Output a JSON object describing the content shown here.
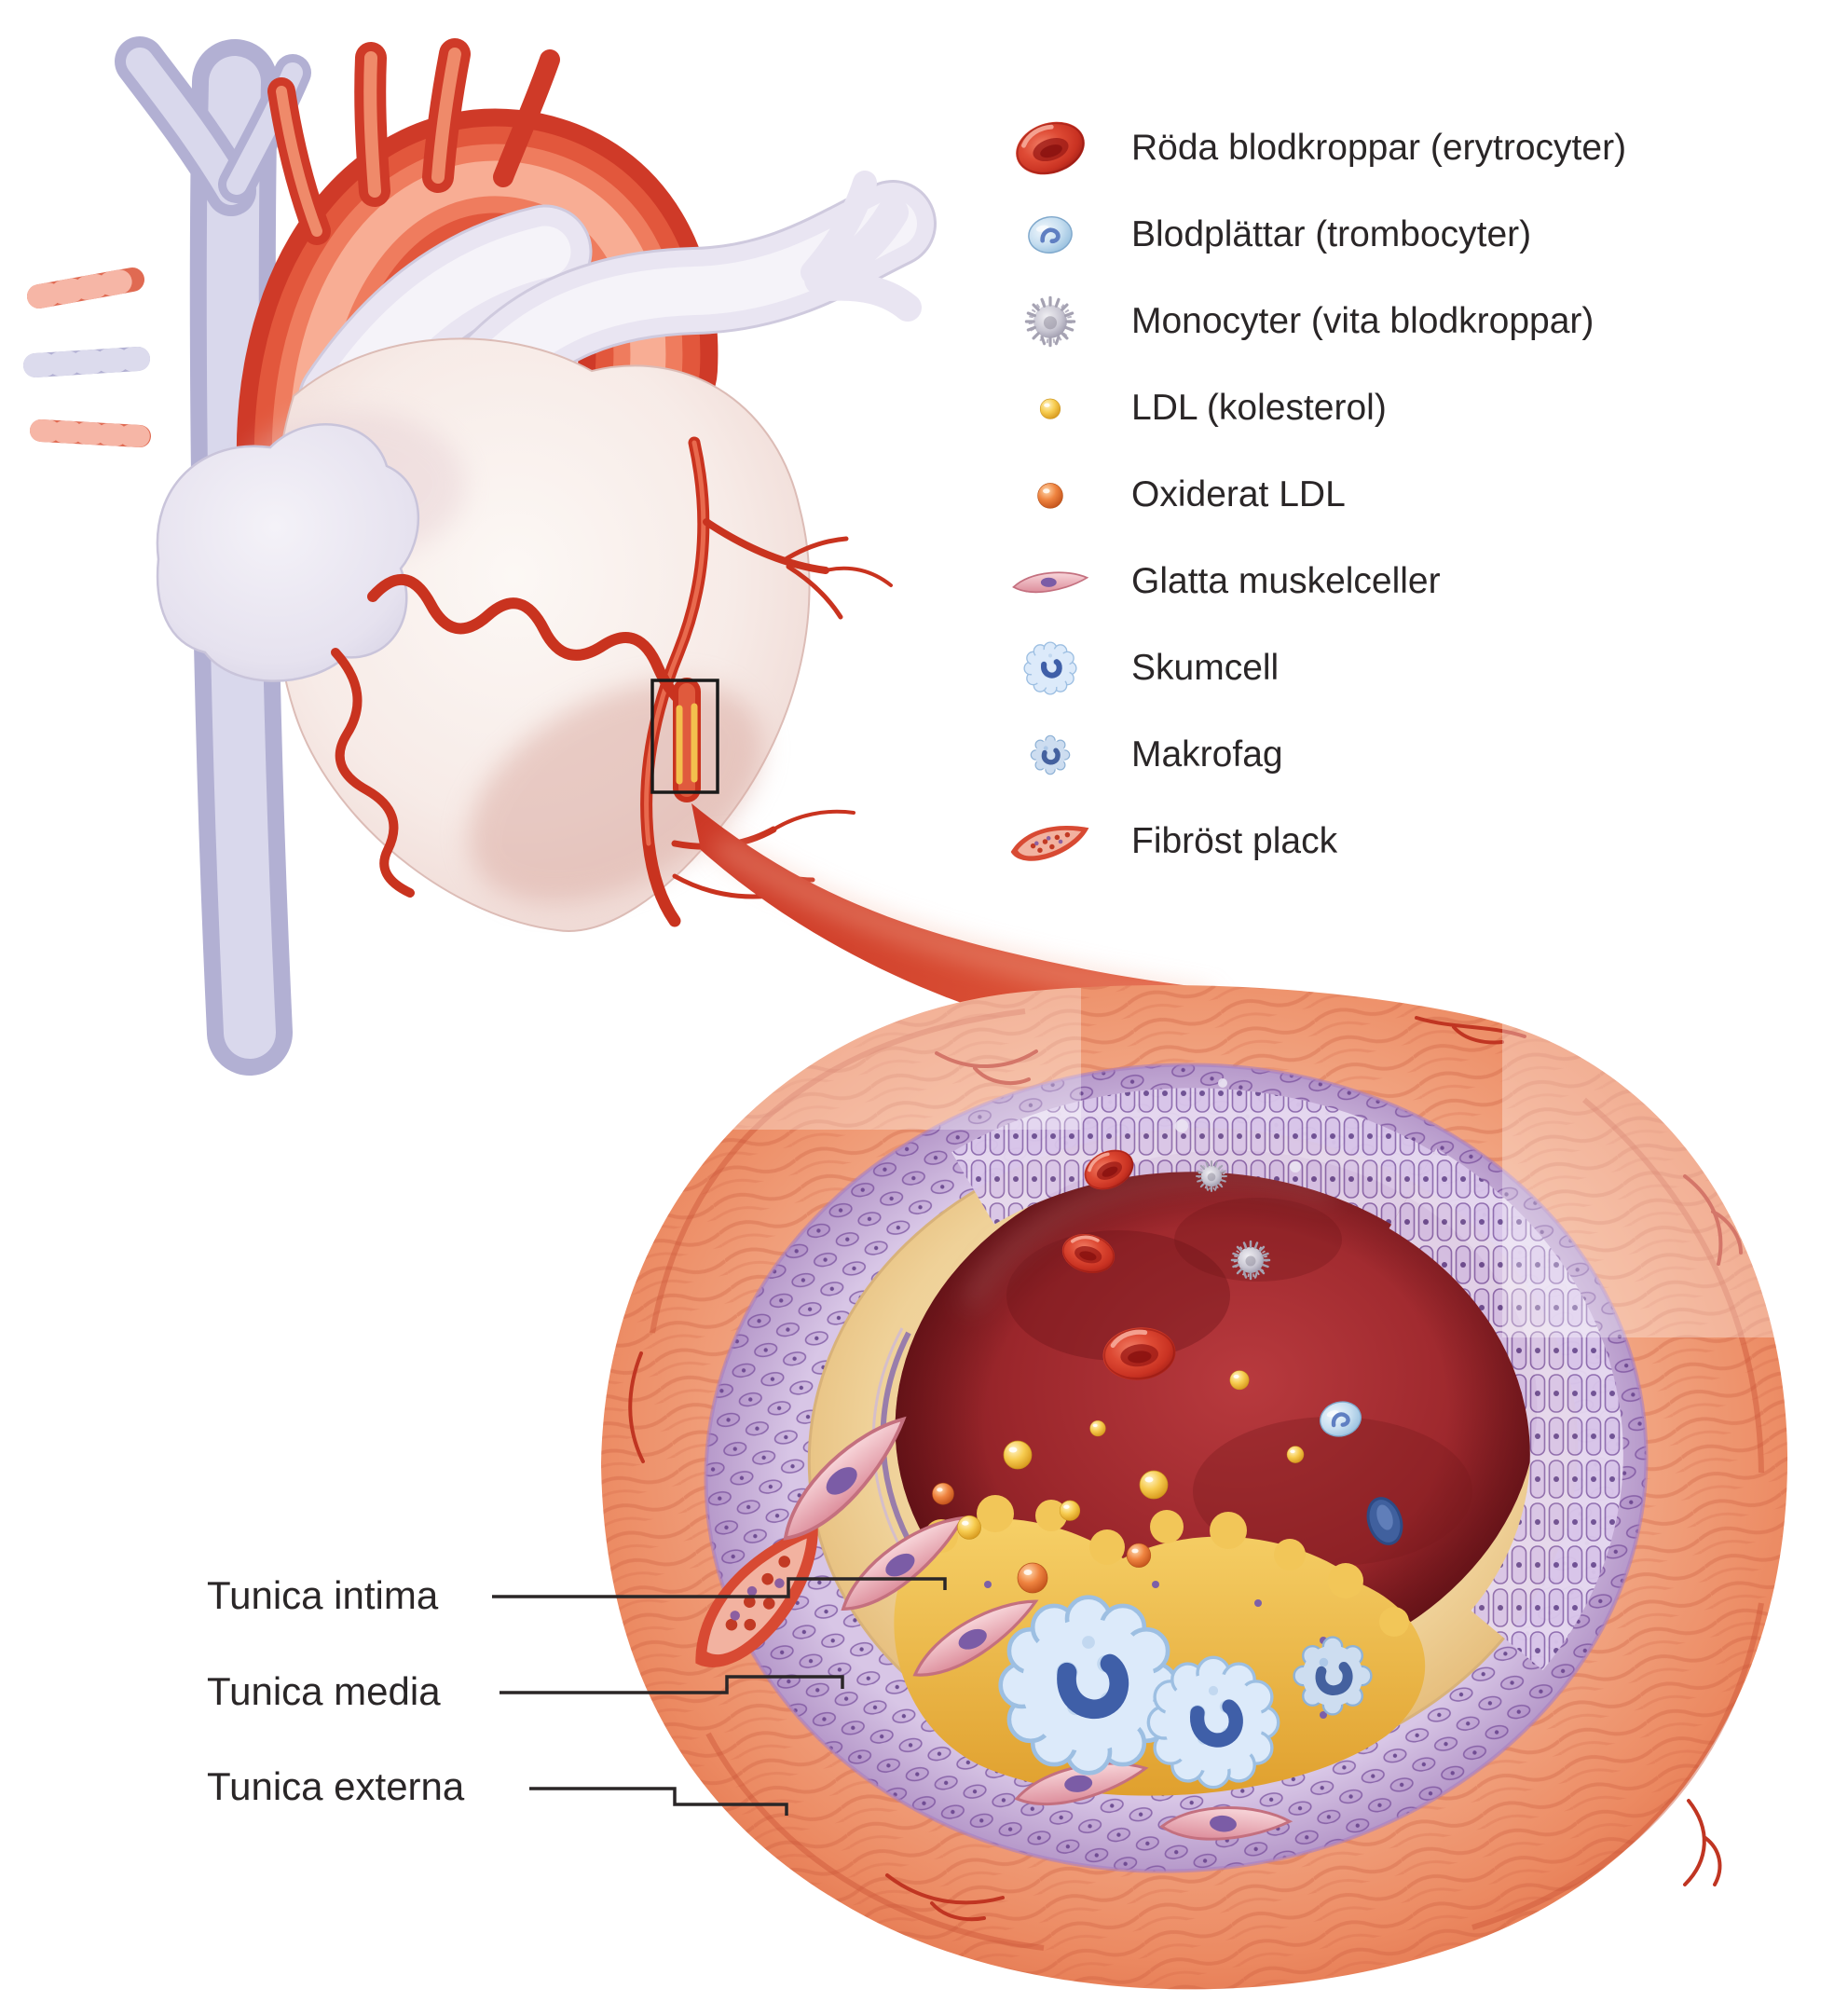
{
  "legend": {
    "items": [
      {
        "icon": "red-blood-cell-icon",
        "label": "Röda blodkroppar (erytrocyter)"
      },
      {
        "icon": "platelet-icon",
        "label": "Blodplättar (trombocyter)"
      },
      {
        "icon": "monocyte-icon",
        "label": "Monocyter (vita blodkroppar)"
      },
      {
        "icon": "ldl-icon",
        "label": "LDL (kolesterol)"
      },
      {
        "icon": "oxidized-ldl-icon",
        "label": "Oxiderat LDL"
      },
      {
        "icon": "smooth-muscle-cell-icon",
        "label": "Glatta muskelceller"
      },
      {
        "icon": "foam-cell-icon",
        "label": "Skumcell"
      },
      {
        "icon": "macrophage-icon",
        "label": "Makrofag"
      },
      {
        "icon": "fibrous-plaque-icon",
        "label": "Fibröst plack"
      }
    ]
  },
  "artery_layer_labels": [
    {
      "label": "Tunica intima"
    },
    {
      "label": "Tunica media"
    },
    {
      "label": "Tunica externa"
    }
  ],
  "palette": {
    "artery_red": "#cf3a28",
    "vein_lavender": "#b2b0d3",
    "media_purple": "#8d6bae",
    "intima_yellow": "#eecf95",
    "ldl_yellow": "#f6c944",
    "oxidized_ldl_orange": "#ef8440",
    "cell_blue": "#9cc6e3",
    "lumen_red": "#8e1f23",
    "label_text": "#2a2627"
  }
}
